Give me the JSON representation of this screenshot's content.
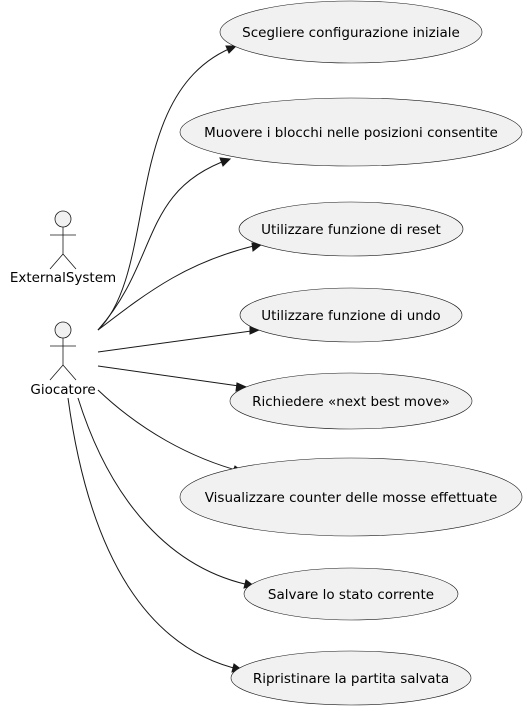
{
  "actors": [
    {
      "id": "external",
      "label": "ExternalSystem"
    },
    {
      "id": "player",
      "label": "Giocatore"
    }
  ],
  "use_cases": [
    {
      "id": "uc1",
      "label": "Scegliere configurazione iniziale"
    },
    {
      "id": "uc2",
      "label": "Muovere i blocchi nelle posizioni consentite"
    },
    {
      "id": "uc3",
      "label": "Utilizzare funzione di reset"
    },
    {
      "id": "uc4",
      "label": "Utilizzare funzione di undo"
    },
    {
      "id": "uc5",
      "label": "Richiedere «next best move»"
    },
    {
      "id": "uc6",
      "label": "Visualizzare counter delle mosse effettuate"
    },
    {
      "id": "uc7",
      "label": "Salvare lo stato corrente"
    },
    {
      "id": "uc8",
      "label": "Ripristinare la partita salvata"
    }
  ],
  "associations": [
    {
      "from": "player",
      "to": "uc1"
    },
    {
      "from": "player",
      "to": "uc2"
    },
    {
      "from": "player",
      "to": "uc3"
    },
    {
      "from": "player",
      "to": "uc4"
    },
    {
      "from": "player",
      "to": "uc5"
    },
    {
      "from": "player",
      "to": "uc6"
    },
    {
      "from": "player",
      "to": "uc7"
    },
    {
      "from": "player",
      "to": "uc8"
    }
  ]
}
